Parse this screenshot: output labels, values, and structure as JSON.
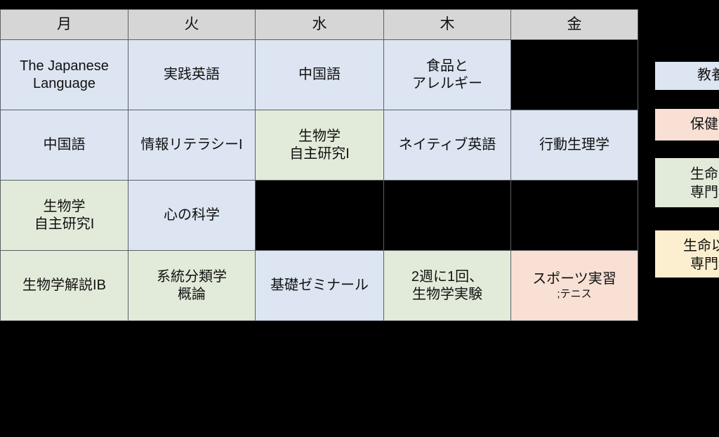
{
  "timetable": {
    "headers": [
      "月",
      "火",
      "水",
      "木",
      "金"
    ],
    "rows": [
      {
        "cells": [
          {
            "text": "The Japanese Language",
            "color": "blue"
          },
          {
            "text": "実践英語",
            "color": "blue"
          },
          {
            "text": "中国語",
            "color": "blue"
          },
          {
            "text": "食品と\nアレルギー",
            "color": "blue"
          },
          {
            "text": "",
            "color": "empty"
          }
        ]
      },
      {
        "cells": [
          {
            "text": "中国語",
            "color": "blue"
          },
          {
            "text": "情報リテラシーI",
            "color": "blue"
          },
          {
            "text": "生物学\n自主研究I",
            "color": "green"
          },
          {
            "text": "ネイティブ英語",
            "color": "blue"
          },
          {
            "text": "行動生理学",
            "color": "blue"
          }
        ]
      },
      {
        "cells": [
          {
            "text": "生物学\n自主研究I",
            "color": "green"
          },
          {
            "text": "心の科学",
            "color": "blue"
          },
          {
            "text": "",
            "color": "empty"
          },
          {
            "text": "",
            "color": "empty"
          },
          {
            "text": "",
            "color": "empty"
          }
        ]
      },
      {
        "cells": [
          {
            "text": "生物学解説IB",
            "color": "green"
          },
          {
            "text": "系統分類学\n概論",
            "color": "green"
          },
          {
            "text": "基礎ゼミナール",
            "color": "blue"
          },
          {
            "text": "2週に1回、\n生物学実験",
            "color": "green"
          },
          {
            "text": "スポーツ実習",
            "sub": ";テニス",
            "color": "peach"
          }
        ]
      }
    ]
  },
  "legend": {
    "items": [
      {
        "label": "教養",
        "color": "blue"
      },
      {
        "label": "保健体",
        "color": "peach"
      },
      {
        "label": "生命の\n専門科",
        "color": "green"
      },
      {
        "label": "生命以外\n専門科",
        "color": "cream"
      }
    ]
  },
  "colors": {
    "blue": "#dce5f1",
    "green": "#e2ebd9",
    "peach": "#f8e0d5",
    "cream": "#fcefcf",
    "header_gray": "#d6d6d6",
    "grid_line": "#5c6066",
    "background": "#000000"
  }
}
